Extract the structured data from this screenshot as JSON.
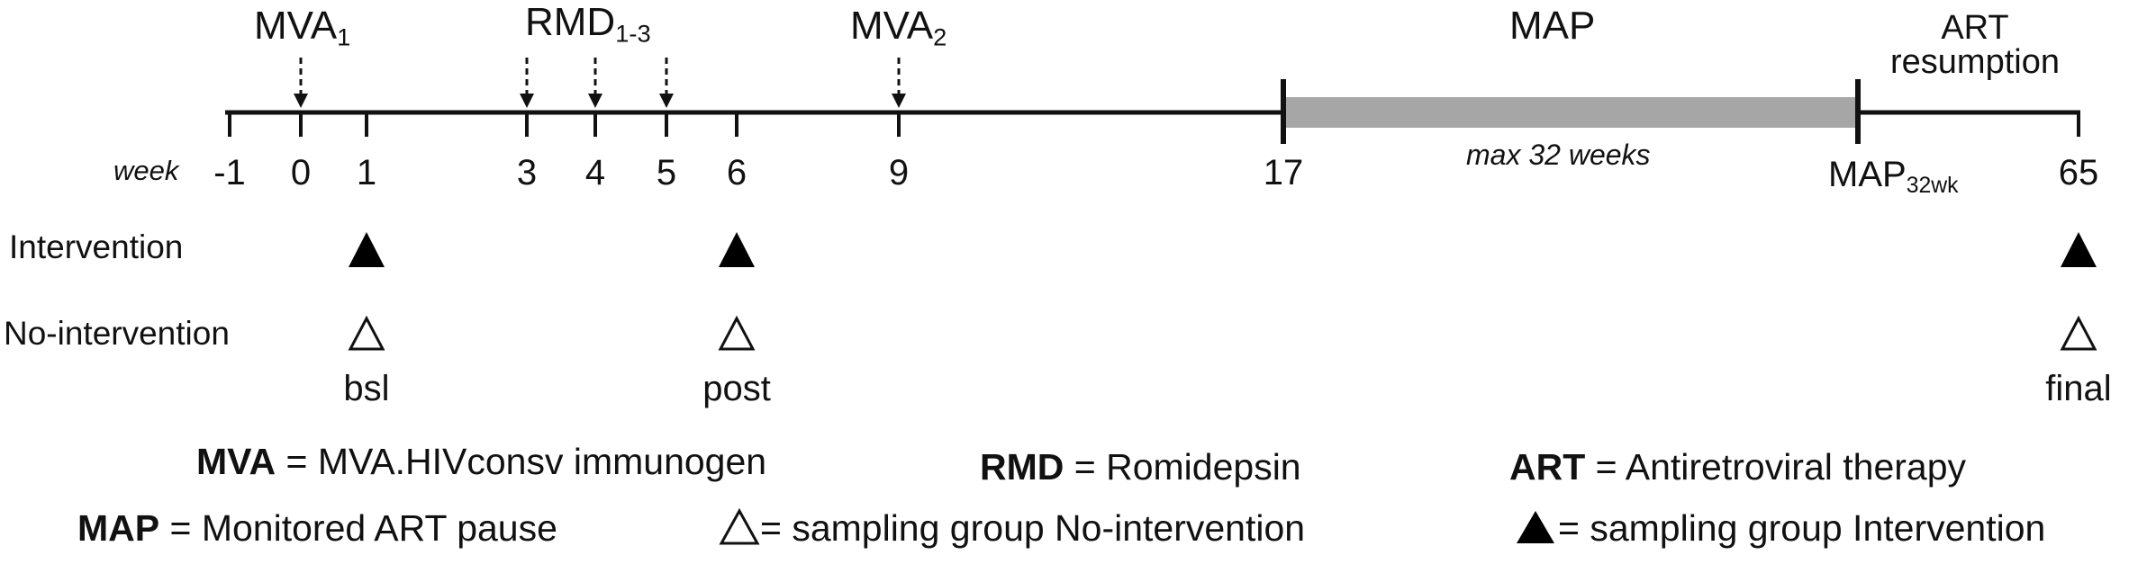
{
  "header": {
    "mva1": {
      "main": "MVA",
      "sub": "1"
    },
    "rmd": {
      "main": "RMD",
      "sub": "1-3"
    },
    "mva2": {
      "main": "MVA",
      "sub": "2"
    },
    "map": "MAP",
    "art_line1": "ART",
    "art_line2": "resumption"
  },
  "axis": {
    "week_label": "week",
    "ticks": [
      "-1",
      "0",
      "1",
      "3",
      "4",
      "5",
      "6",
      "9",
      "17",
      "65"
    ],
    "map_note": "max 32 weeks",
    "map_end": {
      "main": "MAP",
      "sub": "32wk"
    }
  },
  "groups": {
    "intervention": "Intervention",
    "no_intervention": "No-intervention",
    "timepoints": [
      "bsl",
      "post",
      "final"
    ]
  },
  "legend": {
    "mva_abbr": "MVA",
    "mva_def": "= MVA.HIVconsv immunogen",
    "rmd_abbr": "RMD",
    "rmd_def": "= Romidepsin",
    "art_abbr": "ART",
    "art_def": "= Antiretroviral therapy",
    "map_abbr": "MAP",
    "map_def": "= Monitored ART pause",
    "open_def": "= sampling group No-intervention",
    "filled_def": "= sampling group Intervention"
  },
  "colors": {
    "line": "#111111",
    "map_bar": "#a6a6a6",
    "marker": "#000000"
  }
}
